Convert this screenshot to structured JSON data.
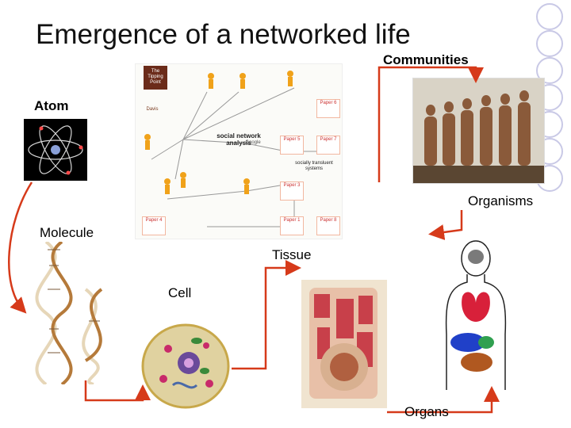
{
  "title": "Emergence of a networked life",
  "labels": {
    "communities": "Communities",
    "atom": "Atom",
    "organisms": "Organisms",
    "molecule": "Molecule",
    "tissue": "Tissue",
    "cell": "Cell",
    "organs": "Organs"
  },
  "network_image": {
    "center_label": "social network analysis",
    "node_tipping": "The Tipping Point",
    "node_davis": "Davis",
    "node_google": "Google",
    "node_systems": "socially transluent systems",
    "papers": [
      "Paper 6",
      "Paper 5",
      "Paper 7",
      "Paper 3",
      "Paper 4",
      "Paper 1",
      "Paper 8"
    ]
  },
  "colors": {
    "arrow": "#d63a1a",
    "ring": "#c9c9e6",
    "title_text": "#111111"
  }
}
